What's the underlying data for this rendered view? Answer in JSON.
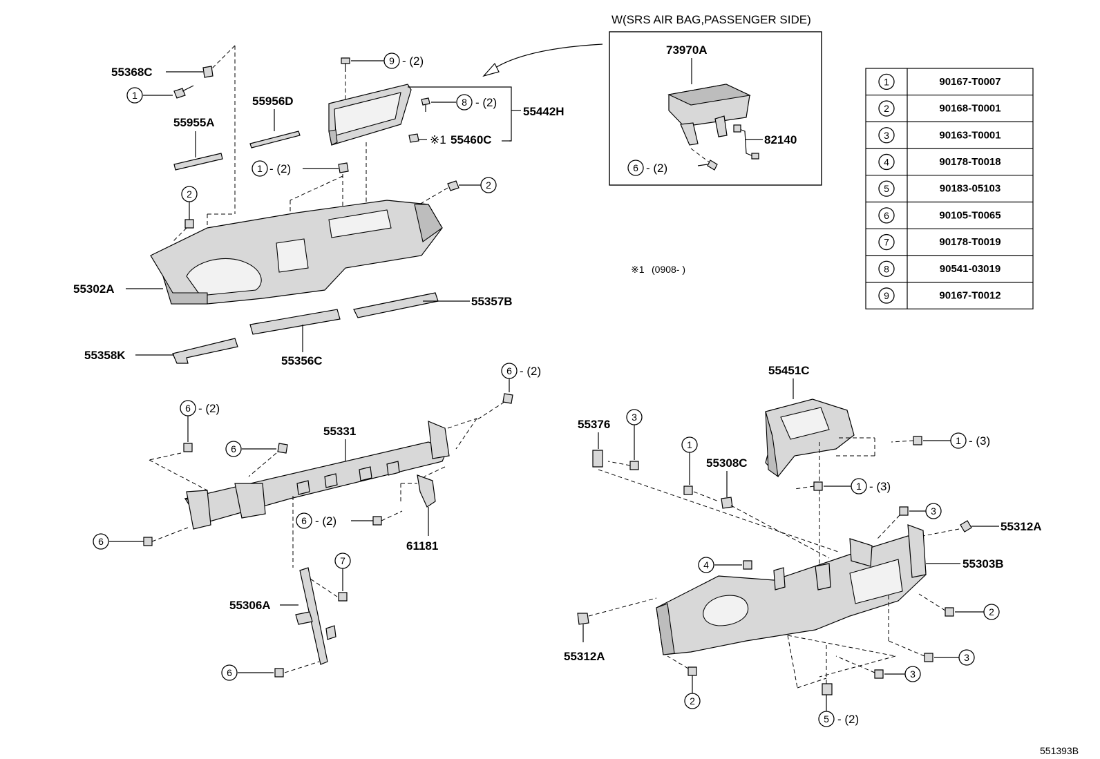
{
  "inset": {
    "title": "W(SRS AIR BAG,PASSENGER SIDE)",
    "parts": [
      "73970A",
      "82140"
    ],
    "callout": {
      "num": "6",
      "qty": "- (2)"
    }
  },
  "note": {
    "symbol": "※1",
    "text": "(0908-      )"
  },
  "part_labels": {
    "p55368C": "55368C",
    "p55956D": "55956D",
    "p55955A": "55955A",
    "p55442H": "55442H",
    "p55460C": "55460C",
    "p55302A": "55302A",
    "p55357B": "55357B",
    "p55358K": "55358K",
    "p55356C": "55356C",
    "p55331": "55331",
    "p61181": "61181",
    "p55306A": "55306A",
    "p55451C": "55451C",
    "p55376": "55376",
    "p55308C": "55308C",
    "p55312A_r": "55312A",
    "p55303B": "55303B",
    "p55312A_l": "55312A"
  },
  "note_mark": "※1",
  "callouts": {
    "c1": {
      "num": "1",
      "qty": ""
    },
    "c9": {
      "num": "9",
      "qty": "- (2)"
    },
    "c8": {
      "num": "8",
      "qty": "- (2)"
    },
    "c1b": {
      "num": "1",
      "qty": "- (2)"
    },
    "c2a": {
      "num": "2",
      "qty": ""
    },
    "c2b": {
      "num": "2",
      "qty": ""
    },
    "c6a": {
      "num": "6",
      "qty": "- (2)"
    },
    "c6b": {
      "num": "6",
      "qty": "- (2)"
    },
    "c6c": {
      "num": "6",
      "qty": ""
    },
    "c6d": {
      "num": "6",
      "qty": "- (2)"
    },
    "c6e": {
      "num": "6",
      "qty": ""
    },
    "c7": {
      "num": "7",
      "qty": ""
    },
    "c6f": {
      "num": "6",
      "qty": ""
    },
    "c3a": {
      "num": "3",
      "qty": ""
    },
    "c1c": {
      "num": "1",
      "qty": ""
    },
    "c1d": {
      "num": "1",
      "qty": "- (3)"
    },
    "c1e": {
      "num": "1",
      "qty": "- (3)"
    },
    "c3b": {
      "num": "3",
      "qty": ""
    },
    "c4": {
      "num": "4",
      "qty": ""
    },
    "c2c": {
      "num": "2",
      "qty": ""
    },
    "c3c": {
      "num": "3",
      "qty": ""
    },
    "c3d": {
      "num": "3",
      "qty": ""
    },
    "c2d": {
      "num": "2",
      "qty": ""
    },
    "c5": {
      "num": "5",
      "qty": "- (2)"
    }
  },
  "fastener_table": [
    {
      "num": "1",
      "code": "90167-T0007"
    },
    {
      "num": "2",
      "code": "90168-T0001"
    },
    {
      "num": "3",
      "code": "90163-T0001"
    },
    {
      "num": "4",
      "code": "90178-T0018"
    },
    {
      "num": "5",
      "code": "90183-05103"
    },
    {
      "num": "6",
      "code": "90105-T0065"
    },
    {
      "num": "7",
      "code": "90178-T0019"
    },
    {
      "num": "8",
      "code": "90541-03019"
    },
    {
      "num": "9",
      "code": "90167-T0012"
    }
  ],
  "diagram_id": "551393B"
}
